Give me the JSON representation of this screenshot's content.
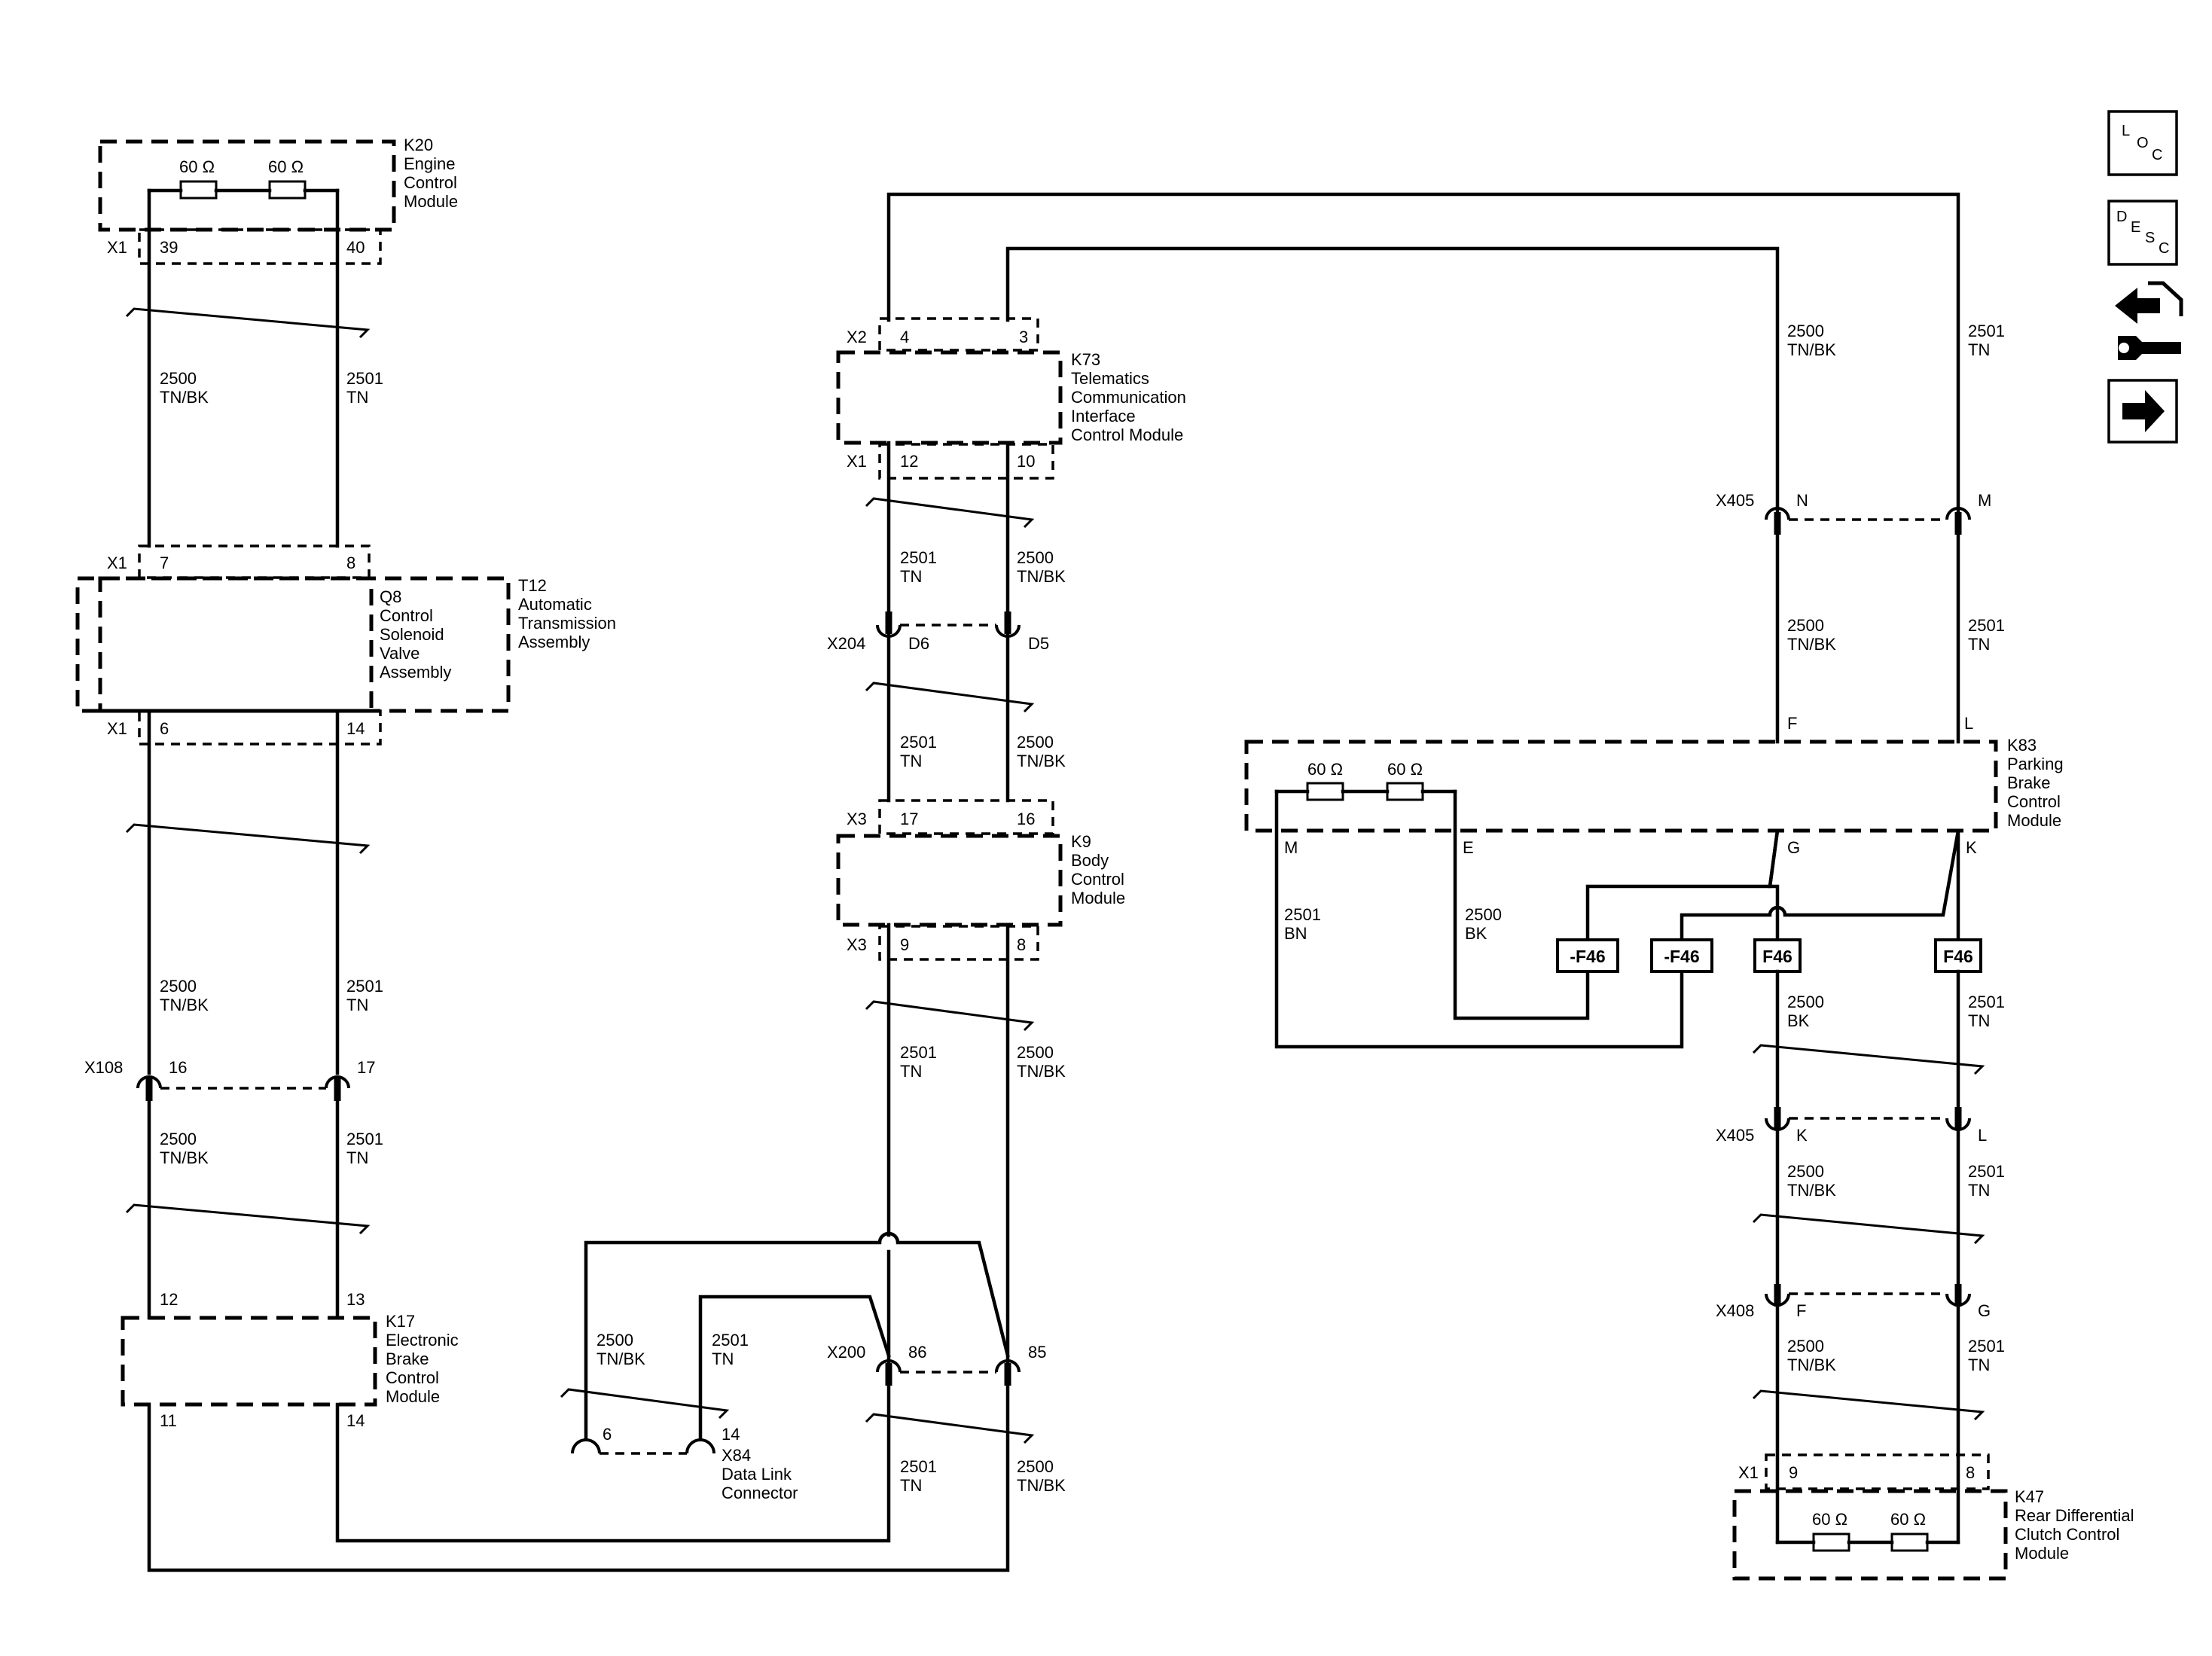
{
  "modules": {
    "k20": {
      "line1": "K20",
      "line2": "Engine",
      "line3": "Control",
      "line4": "Module"
    },
    "q8": {
      "line1": "Q8",
      "line2": "Control",
      "line3": "Solenoid",
      "line4": "Valve",
      "line5": "Assembly"
    },
    "t12": {
      "line1": "T12",
      "line2": "Automatic",
      "line3": "Transmission",
      "line4": "Assembly"
    },
    "k17": {
      "line1": "K17",
      "line2": "Electronic",
      "line3": "Brake",
      "line4": "Control",
      "line5": "Module"
    },
    "k73": {
      "line1": "K73",
      "line2": "Telematics",
      "line3": "Communication",
      "line4": "Interface",
      "line5": "Control Module"
    },
    "k9": {
      "line1": "K9",
      "line2": "Body",
      "line3": "Control",
      "line4": "Module"
    },
    "x84": {
      "line1": "X84",
      "line2": "Data Link",
      "line3": "Connector"
    },
    "k83": {
      "line1": "K83",
      "line2": "Parking",
      "line3": "Brake",
      "line4": "Control",
      "line5": "Module"
    },
    "k47": {
      "line1": "K47",
      "line2": "Rear Differential",
      "line3": "Clutch Control",
      "line4": "Module"
    }
  },
  "resistor_label": "60 Ω",
  "connectors": {
    "x1": "X1",
    "x2": "X2",
    "x3": "X3",
    "x108": "X108",
    "x200": "X200",
    "x204": "X204",
    "x405": "X405",
    "x408": "X408"
  },
  "pins": {
    "k20_39": "39",
    "k20_40": "40",
    "t12_7": "7",
    "t12_8": "8",
    "t12_6": "6",
    "t12_14": "14",
    "x108_16": "16",
    "x108_17": "17",
    "k17_12": "12",
    "k17_13": "13",
    "k17_11": "11",
    "k17_14": "14",
    "k73_4": "4",
    "k73_3": "3",
    "k73_12": "12",
    "k73_10": "10",
    "x204_d6": "D6",
    "x204_d5": "D5",
    "k9_17": "17",
    "k9_16": "16",
    "k9_9": "9",
    "k9_8": "8",
    "x200_86": "86",
    "x200_85": "85",
    "x84_6": "6",
    "x84_14": "14",
    "x405_n": "N",
    "x405_m": "M",
    "k83_f": "F",
    "k83_l": "L",
    "k83_m": "M",
    "k83_e": "E",
    "k83_g": "G",
    "k83_k": "K",
    "x405_k": "K",
    "x405_l": "L",
    "x408_f": "F",
    "x408_g": "G",
    "k47_9": "9",
    "k47_8": "8"
  },
  "wires": {
    "c2500": "2500",
    "c2501": "2501",
    "tnbk": "TN/BK",
    "tn": "TN",
    "bk": "BK",
    "bn": "BN"
  },
  "fuses": {
    "neg": "-F46",
    "pos": "F46"
  },
  "icons": {
    "loc": {
      "name": "loc-icon",
      "letters": [
        "L",
        "O",
        "C"
      ]
    },
    "desc": {
      "name": "desc-icon",
      "letters": [
        "D",
        "E",
        "S",
        "C"
      ]
    },
    "connector": {
      "name": "connector-icon"
    },
    "next": {
      "name": "arrow-right-icon"
    }
  }
}
